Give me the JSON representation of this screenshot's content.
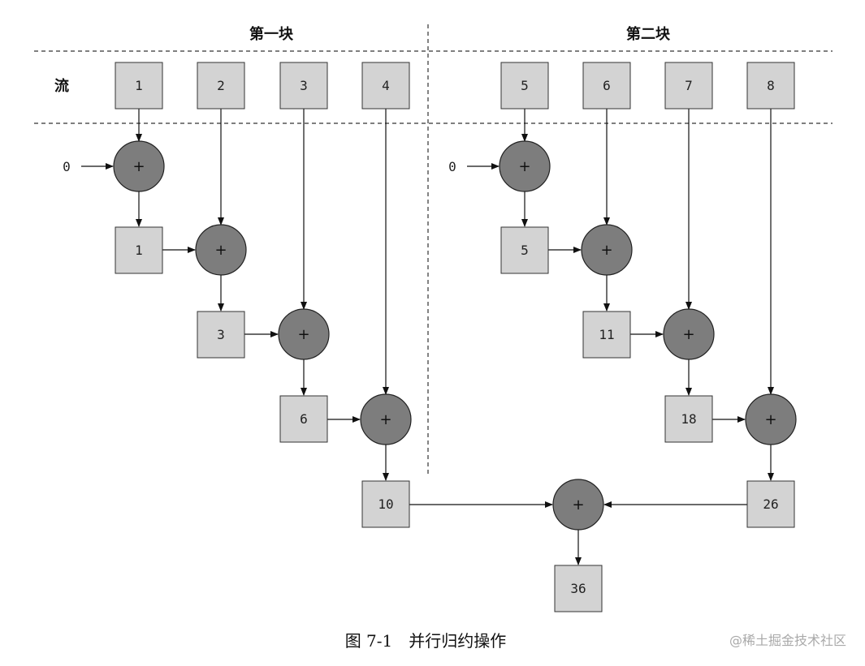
{
  "headers": {
    "chunk1": "第一块",
    "chunk2": "第二块"
  },
  "stream_label": "流",
  "stream": {
    "chunk1": [
      "1",
      "2",
      "3",
      "4"
    ],
    "chunk2": [
      "5",
      "6",
      "7",
      "8"
    ]
  },
  "initial": {
    "chunk1": "0",
    "chunk2": "0"
  },
  "partials": {
    "chunk1": [
      "1",
      "3",
      "6",
      "10"
    ],
    "chunk2": [
      "5",
      "11",
      "18",
      "26"
    ]
  },
  "operator": "+",
  "result": "36",
  "caption": "图 7-1　并行归约操作",
  "watermark": "@稀土掘金技术社区"
}
